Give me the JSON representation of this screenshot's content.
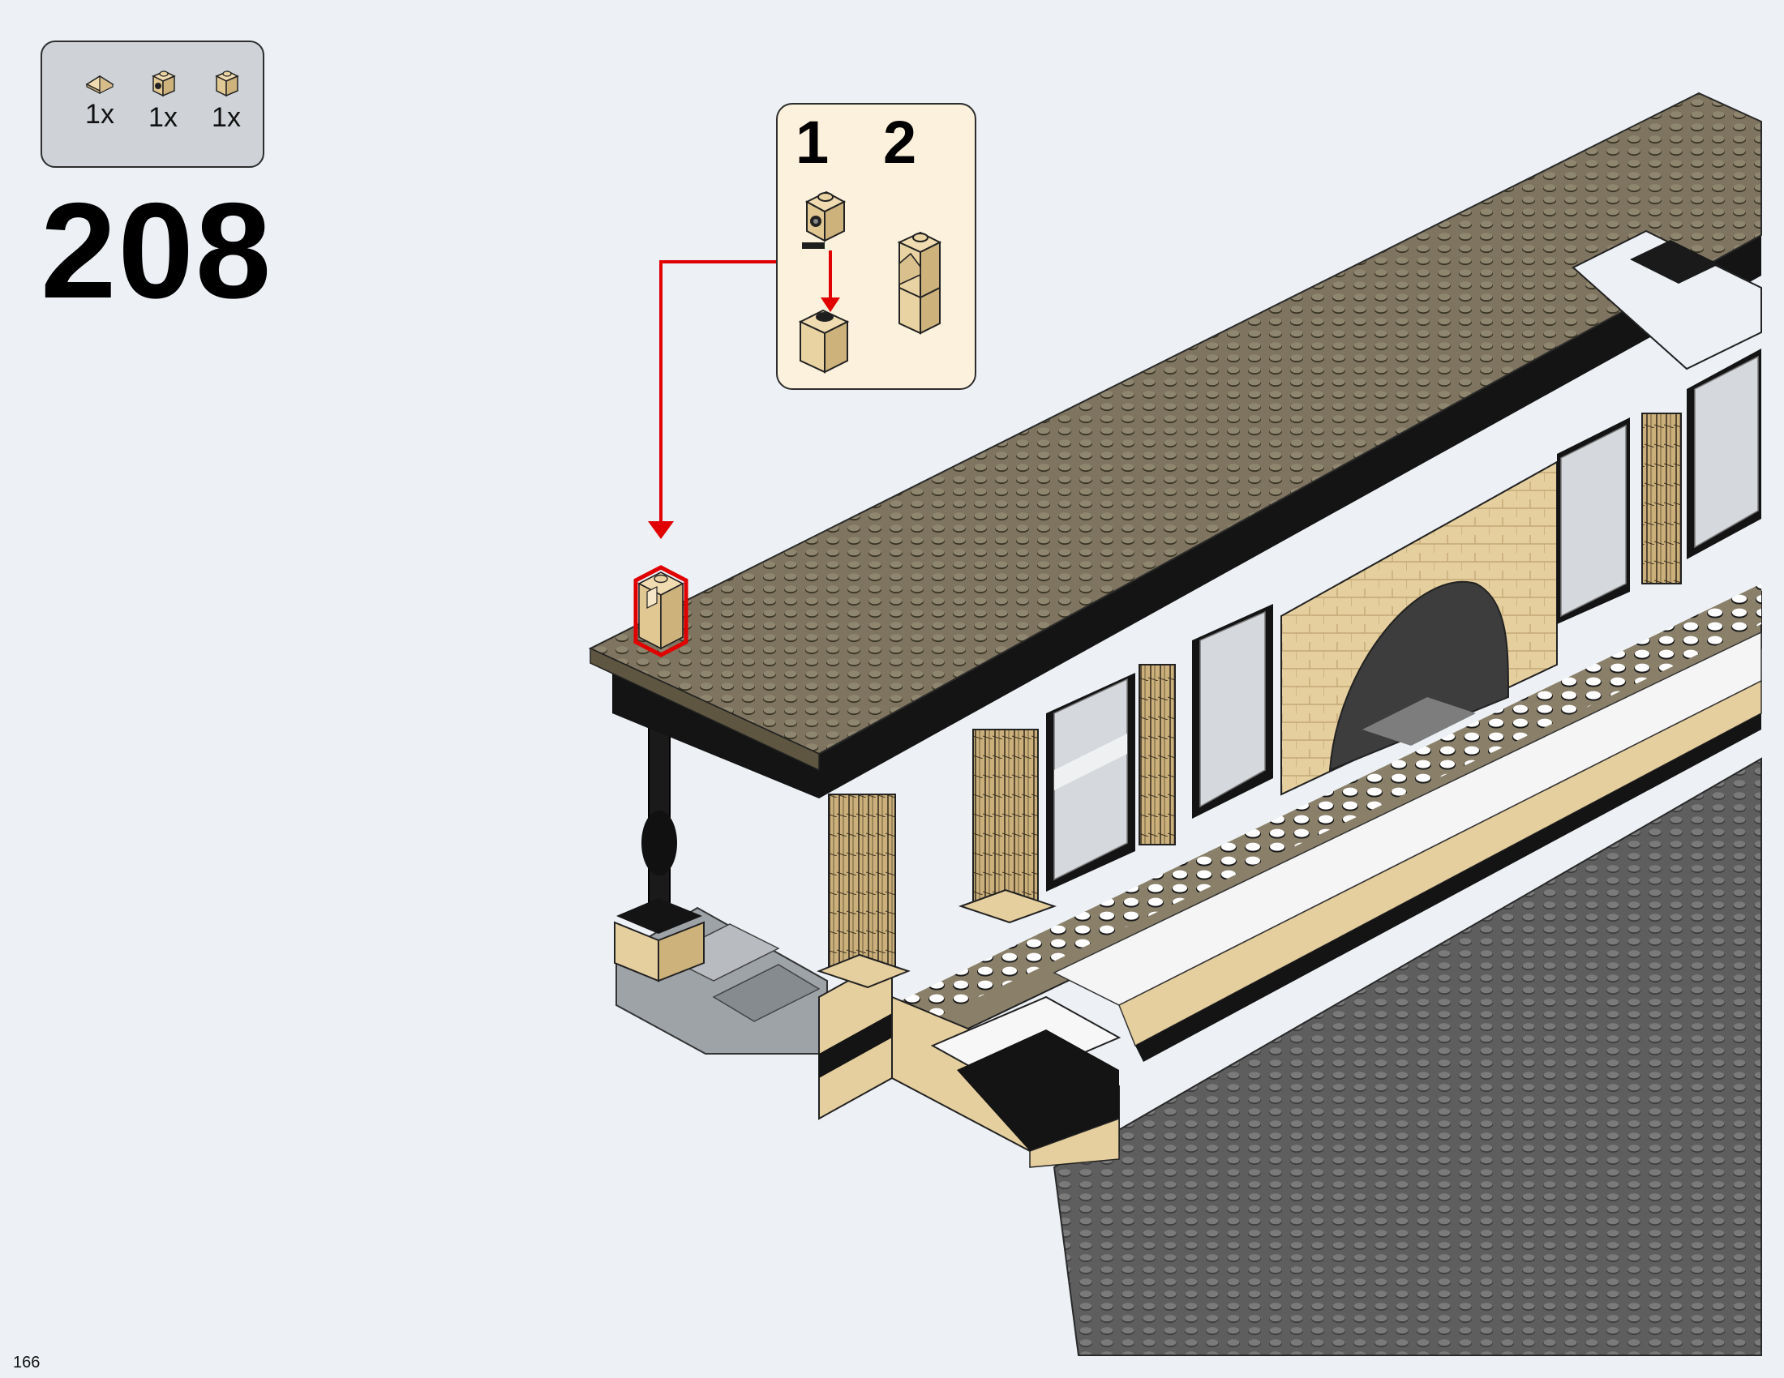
{
  "parts_list": [
    {
      "icon": "tile-slope-piece-icon",
      "quantity": "1x"
    },
    {
      "icon": "brick-with-stud-holder-icon",
      "quantity": "1x"
    },
    {
      "icon": "tan-brick-1x1-icon",
      "quantity": "1x"
    }
  ],
  "step_number": "208",
  "substeps": [
    "1",
    "2"
  ],
  "page_number": "166",
  "colors": {
    "background": "#edf1f5",
    "roof_brown": "#7e745f",
    "tan": "#e6cf9e",
    "black": "#141414",
    "baseplate_grey": "#5e5e5e",
    "callout_red": "#e00000",
    "substep_bg": "#fbf1dc"
  }
}
